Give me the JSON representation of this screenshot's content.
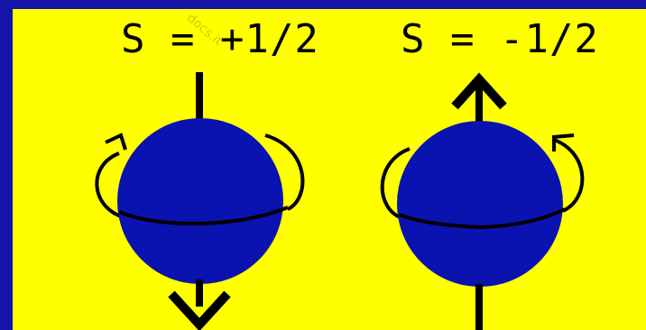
{
  "diagram": {
    "left_state": {
      "label": "S = +1/2",
      "spin_axis_arrow": "down"
    },
    "right_state": {
      "label": "S = -1/2",
      "spin_axis_arrow": "up"
    },
    "watermark": "docs.it"
  },
  "colors": {
    "background_frame": "#1414a8",
    "panel": "#ffff00",
    "sphere": "#0a12b0",
    "ink": "#000000"
  },
  "icons": [
    "sphere-icon",
    "arrow-down-icon",
    "arrow-up-icon",
    "rotation-arrow-icon"
  ]
}
